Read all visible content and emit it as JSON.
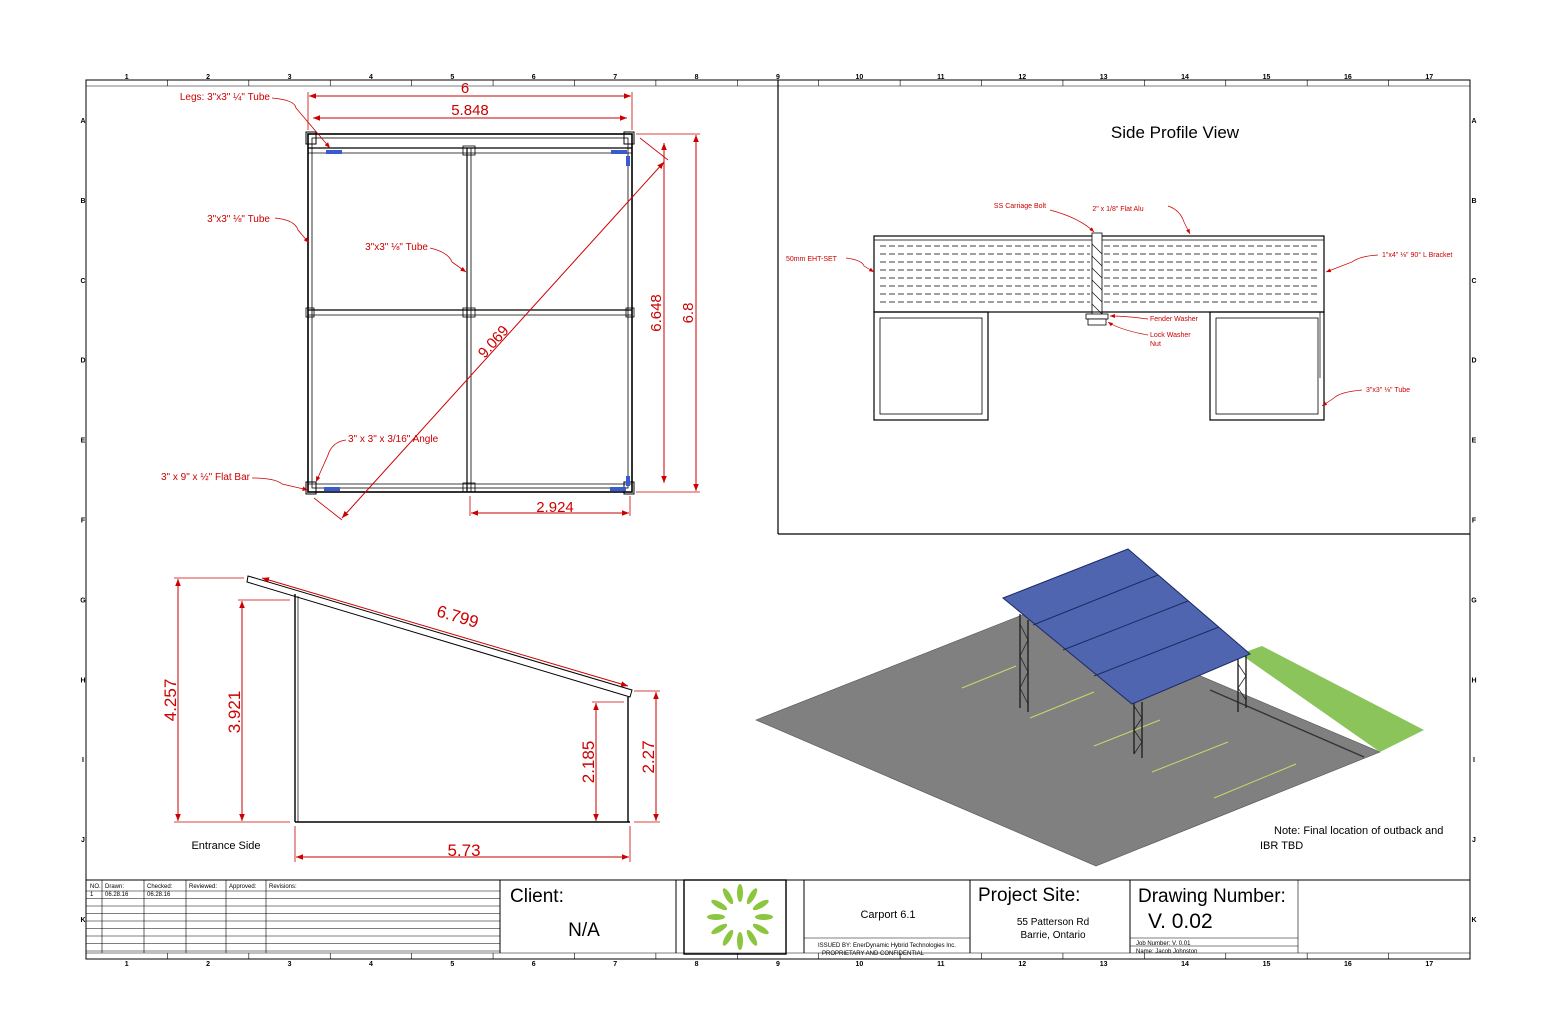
{
  "grid": {
    "columns": [
      "1",
      "2",
      "3",
      "4",
      "5",
      "6",
      "7",
      "8",
      "9",
      "10",
      "11",
      "12",
      "13",
      "14",
      "15",
      "16",
      "17"
    ],
    "rows": [
      "A",
      "B",
      "C",
      "D",
      "E",
      "F",
      "G",
      "H",
      "I",
      "J",
      "K"
    ]
  },
  "plan_view": {
    "width_overall": "6",
    "width_inner": "5.848",
    "depth_inner": "6.648",
    "depth_overall": "6.8",
    "diagonal": "9.069",
    "half_width": "2.924",
    "label_legs": "Legs: 3\"x3\" ¼\" Tube",
    "label_outer_tube": "3\"x3\" ⅛\" Tube",
    "label_inner_tube": "3\"x3\" ⅛\" Tube",
    "label_angle": "3\" x 3\" x 3/16\" Angle",
    "label_flat_bar": "3\" x 9\" x ½\" Flat Bar"
  },
  "side_elevation": {
    "rafter_length": "6.799",
    "height_high_overall": "4.257",
    "height_high_post": "3.921",
    "height_low_post": "2.185",
    "height_low_overall": "2.27",
    "base_length": "5.73",
    "caption": "Entrance Side"
  },
  "side_profile": {
    "title": "Side Profile View",
    "label_bolt": "SS Carriage Bolt",
    "label_flat_alu": "2\" x 1/8\" Flat Alu",
    "label_panel": "50mm EHT-SET",
    "label_bracket": "1\"x4\" ⅛\" 90° L Bracket",
    "label_fender": "Fender Washer",
    "label_lock": "Lock Washer",
    "label_nut": "Nut",
    "label_tube": "3\"x3\" ⅛\" Tube"
  },
  "isometric": {
    "note_line1": "Note: Final location of outback and",
    "note_line2": "IBR TBD",
    "colors": {
      "ground": "#808080",
      "panel": "#4f65b0",
      "grass": "#8bc45a",
      "stripe": "#c8d86a"
    }
  },
  "title_block": {
    "rev_headers": [
      "NO.",
      "Drawn:",
      "Checked:",
      "Reviewed:",
      "Approved:",
      "Revisions:"
    ],
    "rev_row": [
      "1",
      "06.28.16",
      "06.28.16",
      "",
      "",
      ""
    ],
    "client_label": "Client:",
    "client_value": "N/A",
    "project_name": "Carport 6.1",
    "issued_by": "ISSUED BY: EnerDynamic Hybrid Technologies Inc.",
    "proprietary": "PROPRIETARY AND CONFIDENTIAL",
    "site_label": "Project Site:",
    "site_line1": "55 Patterson Rd",
    "site_line2": "Barrie, Ontario",
    "drawing_label": "Drawing Number:",
    "drawing_value": "V. 0.02",
    "job_number": "Job Number: V. 0.01",
    "name": "Name: Jacob Johnston",
    "logo_color": "#8cc63f"
  },
  "colors": {
    "dimension": "#cc0000",
    "line": "#000000"
  }
}
